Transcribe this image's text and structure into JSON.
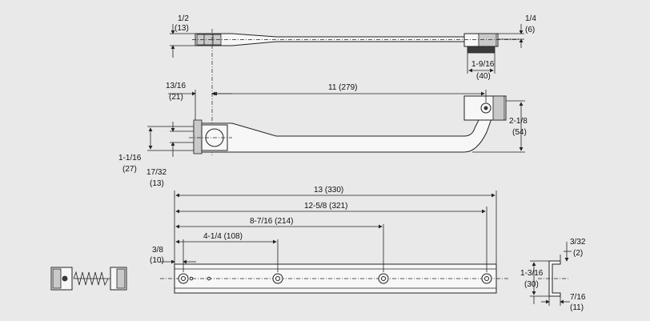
{
  "diagram": {
    "top_view": {
      "dim_left_frac": "1/2",
      "dim_left_mm": "(13)",
      "dim_right_frac": "1/4",
      "dim_right_mm": "(6)",
      "dim_pad_frac": "1-9/16",
      "dim_pad_mm": "(40)"
    },
    "side_view": {
      "dim_offset_frac": "13/16",
      "dim_offset_mm": "(21)",
      "dim_length": "11 (279)",
      "dim_rise_frac": "2-1/8",
      "dim_rise_mm": "(54)",
      "dim_boss_frac": "1-1/16",
      "dim_boss_mm": "(27)",
      "dim_boss_h_frac": "17/32",
      "dim_boss_h_mm": "(13)"
    },
    "rail_view": {
      "dim_total": "13 (330)",
      "dim_hole3": "12-5/8 (321)",
      "dim_hole2": "8-7/16 (214)",
      "dim_hole1": "4-1/4 (108)",
      "dim_edge_frac": "3/8",
      "dim_edge_mm": "(10)"
    },
    "section_view": {
      "dim_lip_frac": "3/32",
      "dim_lip_mm": "(2)",
      "dim_height_frac": "1-3/16",
      "dim_height_mm": "(30)",
      "dim_width_frac": "7/16",
      "dim_width_mm": "(11)"
    }
  }
}
